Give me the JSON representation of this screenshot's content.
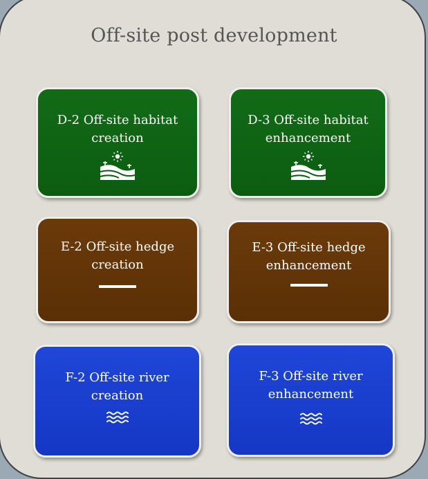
{
  "title": "Off-site post development",
  "cards": [
    {
      "line1": "D-2 Off-site habitat",
      "line2": "creation",
      "icon": "habitat-icon",
      "color": "#0f6614"
    },
    {
      "line1": "D-3 Off-site habitat",
      "line2": "enhancement",
      "icon": "habitat-icon",
      "color": "#0f6614"
    },
    {
      "line1": "E-2 Off-site hedge",
      "line2": "creation",
      "icon": "hedge-line-icon",
      "color": "#613405"
    },
    {
      "line1": "E-3 Off-site hedge",
      "line2": "enhancement",
      "icon": "hedge-line-icon",
      "color": "#613405"
    },
    {
      "line1": "F-2 Off-site river",
      "line2": "creation",
      "icon": "river-waves-icon",
      "color": "#1a3fd0"
    },
    {
      "line1": "F-3 Off-site river",
      "line2": "enhancement",
      "icon": "river-waves-icon",
      "color": "#1a3fd0"
    }
  ]
}
